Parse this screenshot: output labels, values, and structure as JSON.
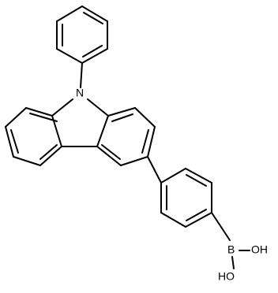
{
  "diagram": {
    "labels": {
      "nitrogen": "N",
      "boron": "B",
      "hydroxyl_top": "OH",
      "hydroxyl_bottom": "HO"
    }
  }
}
